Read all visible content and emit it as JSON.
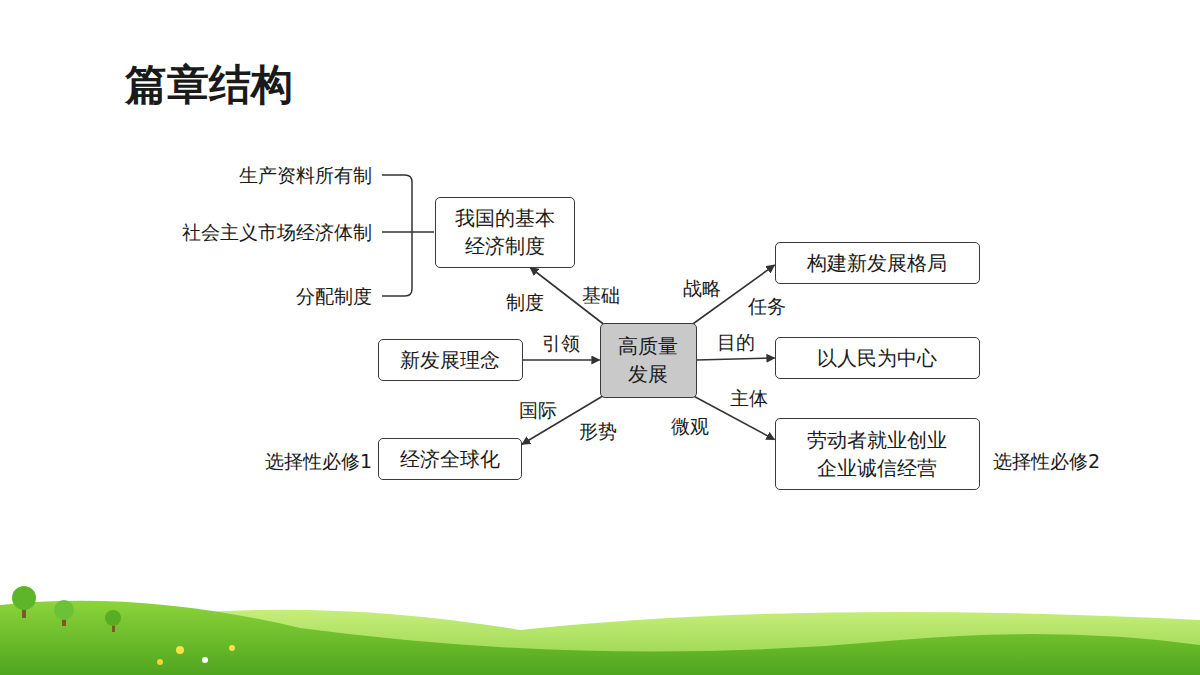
{
  "diagram": {
    "title": "篇章结构",
    "nodes": [
      {
        "text": [
          "我国的基本 经济制度"
        ]
      },
      {
        "text": [
          "构建新发展格局"
        ]
      },
      {
        "text": [
          "新发展理念"
        ]
      },
      {
        "text": [
          "高质量 发展"
        ]
      },
      {
        "text": [
          "以人民为中心"
        ]
      },
      {
        "text": [
          "经济全球化"
        ]
      },
      {
        "text": [
          "劳动者就业创业 企业诚信经营"
        ]
      }
    ],
    "edges": [
      {
        "from": 2,
        "to": 3,
        "arrow": "to",
        "label": "引领"
      },
      {
        "from": 3,
        "to": 0,
        "arrow": "to"
      },
      {
        "from": 3,
        "to": 1,
        "arrow": "to"
      },
      {
        "from": 3,
        "to": 4,
        "arrow": "to",
        "label": "目的"
      },
      {
        "from": 3,
        "to": 5,
        "arrow": "to"
      },
      {
        "from": 3,
        "to": 6,
        "arrow": "to"
      }
    ],
    "labels": [
      "生产资料所有制",
      "社会主义市场经济体制",
      "分配制度",
      "制度",
      "基础",
      "战略",
      "任务",
      "国际",
      "形势",
      "微观",
      "主体",
      "选择性必修1",
      "选择性必修2"
    ]
  }
}
